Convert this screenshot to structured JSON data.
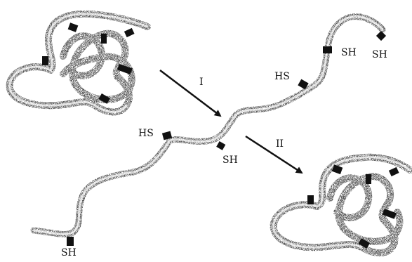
{
  "figure": {
    "steps": {
      "denaturation": "I",
      "refolding": "II"
    },
    "group_labels": {
      "sh": "SH",
      "hs": "HS"
    }
  },
  "colors": {
    "chain": "#6e6e6e",
    "chain_highlight": "#cfcfcf",
    "block": "#111111",
    "arrow": "#111111"
  }
}
